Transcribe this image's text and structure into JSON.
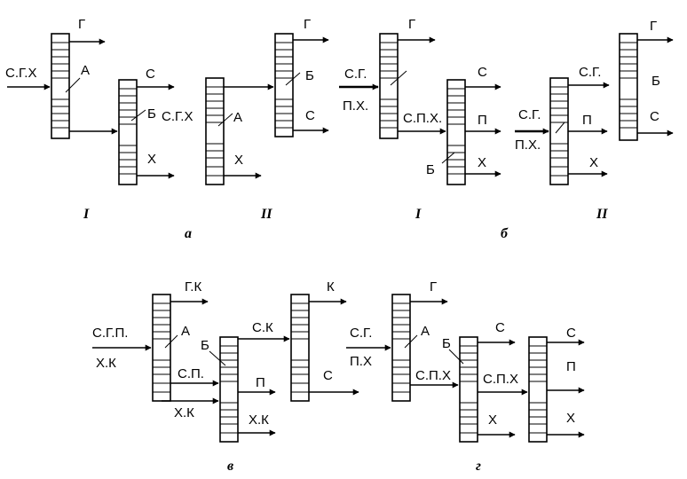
{
  "diagram": {
    "panel_a": {
      "caption": "а",
      "scheme_I": {
        "label": "I",
        "feed": "С.Г.Х",
        "column_A": {
          "name": "А",
          "top_product": "Г"
        },
        "column_B": {
          "name": "Б",
          "top_product": "С",
          "bottom_product": "Х"
        }
      },
      "scheme_II": {
        "label": "II",
        "feed": "С.Г.Х",
        "column_A": {
          "name": "А",
          "bottom_product": "Х"
        },
        "column_B": {
          "name": "Б",
          "top_product": "Г",
          "side_product": "С"
        }
      }
    },
    "panel_b": {
      "caption": "б",
      "scheme_I": {
        "label": "I",
        "feed_line1": "С.Г.",
        "feed_line2": "П.Х.",
        "column_A": {
          "top_product": "Г",
          "bottom_stream": "С.П.Х."
        },
        "column_B": {
          "name": "Б",
          "top_product": "С",
          "side_product": "П",
          "bottom_product": "Х"
        }
      },
      "scheme_II": {
        "label": "II",
        "feed_line1": "С.Г.",
        "feed_line2": "П.Х.",
        "column_A": {
          "top_stream": "С.Г.",
          "side_product": "П",
          "bottom_product": "Х"
        },
        "column_B": {
          "name": "Б",
          "top_product": "Г",
          "bottom_product": "С"
        }
      }
    },
    "panel_v": {
      "caption": "в",
      "feed_line1": "С.Г.П.",
      "feed_line2": "Х.К",
      "column_A": {
        "name": "А",
        "top_product": "Г.К",
        "side_stream": "С.П.",
        "bottom_stream": "Х.К"
      },
      "column_B": {
        "name": "Б",
        "top_stream": "С.К",
        "side_product": "П",
        "bottom_product": "Х.К"
      },
      "column_C": {
        "top_product": "К",
        "bottom_product": "С"
      }
    },
    "panel_g": {
      "caption": "г",
      "feed_line1": "С.Г.",
      "feed_line2": "П.Х",
      "column_A": {
        "name": "А",
        "top_product": "Г",
        "bottom_stream": "С.П.Х"
      },
      "column_B": {
        "name": "Б",
        "top_product": "С",
        "side_stream": "С.П.Х",
        "bottom_product": "Х"
      },
      "column_C": {
        "top_product": "С",
        "side_product": "П",
        "bottom_product": "Х"
      }
    }
  }
}
